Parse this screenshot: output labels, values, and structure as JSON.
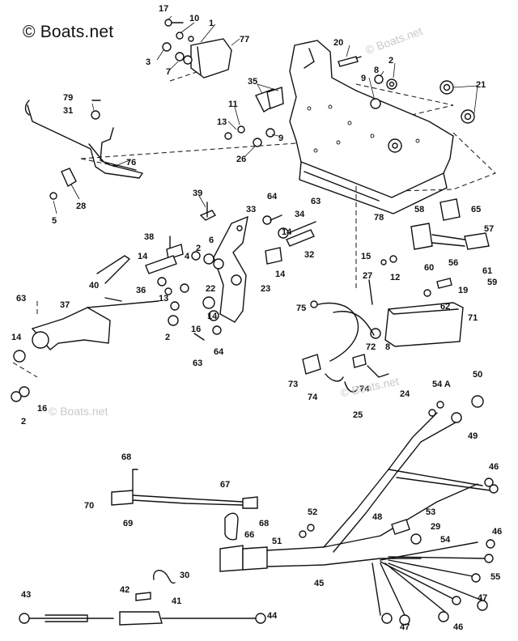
{
  "watermark": {
    "main": "© Boats.net",
    "faint": "© Boats.net"
  },
  "callouts": [
    "17",
    "10",
    "1",
    "77",
    "3",
    "7",
    "20",
    "8",
    "2",
    "9",
    "21",
    "35",
    "79",
    "31",
    "11",
    "13",
    "9",
    "26",
    "76",
    "5",
    "28",
    "39",
    "64",
    "63",
    "33",
    "34",
    "14",
    "65",
    "58",
    "57",
    "78",
    "38",
    "2",
    "4",
    "6",
    "14",
    "36",
    "40",
    "22",
    "23",
    "37",
    "63",
    "13",
    "2",
    "16",
    "14",
    "64",
    "63",
    "14",
    "2",
    "16",
    "32",
    "14",
    "60",
    "56",
    "61",
    "59",
    "15",
    "12",
    "27",
    "19",
    "62",
    "75",
    "71",
    "72",
    "8",
    "73",
    "74",
    "74",
    "24",
    "25",
    "54 A",
    "50",
    "49",
    "46",
    "68",
    "67",
    "70",
    "69",
    "68",
    "66",
    "52",
    "48",
    "53",
    "51",
    "29",
    "54",
    "46",
    "45",
    "55",
    "30",
    "42",
    "41",
    "43",
    "47",
    "44",
    "47",
    "46"
  ]
}
